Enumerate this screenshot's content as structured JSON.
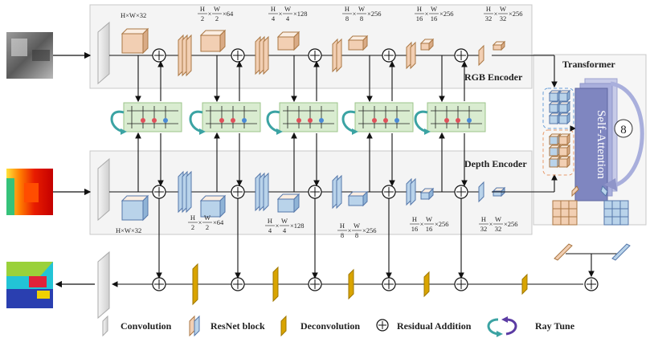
{
  "encoders": {
    "rgb_label": "RGB Encoder",
    "depth_label": "Depth Encoder"
  },
  "transformer": {
    "title": "Transformer",
    "self_attention": "Self-Attention",
    "repeat": "8"
  },
  "rgb_dims": [
    {
      "plain": "H×W×32"
    },
    {
      "h": "H",
      "hd": "2",
      "w": "W",
      "wd": "2",
      "c": "×64"
    },
    {
      "h": "H",
      "hd": "4",
      "w": "W",
      "wd": "4",
      "c": "×128"
    },
    {
      "h": "H",
      "hd": "8",
      "w": "W",
      "wd": "8",
      "c": "×256"
    },
    {
      "h": "H",
      "hd": "16",
      "w": "W",
      "wd": "16",
      "c": "×256"
    },
    {
      "h": "H",
      "hd": "32",
      "w": "W",
      "wd": "32",
      "c": "×256"
    }
  ],
  "depth_dims": [
    {
      "plain": "H×W×32"
    },
    {
      "h": "H",
      "hd": "2",
      "w": "W",
      "wd": "2",
      "c": "×64"
    },
    {
      "h": "H",
      "hd": "4",
      "w": "W",
      "wd": "4",
      "c": "×128"
    },
    {
      "h": "H",
      "hd": "8",
      "w": "W",
      "wd": "8",
      "c": "×256"
    },
    {
      "h": "H",
      "hd": "16",
      "w": "W",
      "wd": "16",
      "c": "×256"
    },
    {
      "h": "H",
      "hd": "32",
      "w": "W",
      "wd": "32",
      "c": "×256"
    }
  ],
  "legend": {
    "convolution": "Convolution",
    "resnet": "ResNet block",
    "deconvolution": "Deconvolution",
    "residual": "Residual  Addition",
    "raytune": "Ray Tune"
  },
  "colors": {
    "rgb_block": "#f2cfb3",
    "depth_block": "#b9d3ea",
    "deconv": "#d9a400",
    "conv": "#e0e0e0",
    "raytune_bg": "#d9ecd0",
    "attention": "#7f86c0"
  }
}
